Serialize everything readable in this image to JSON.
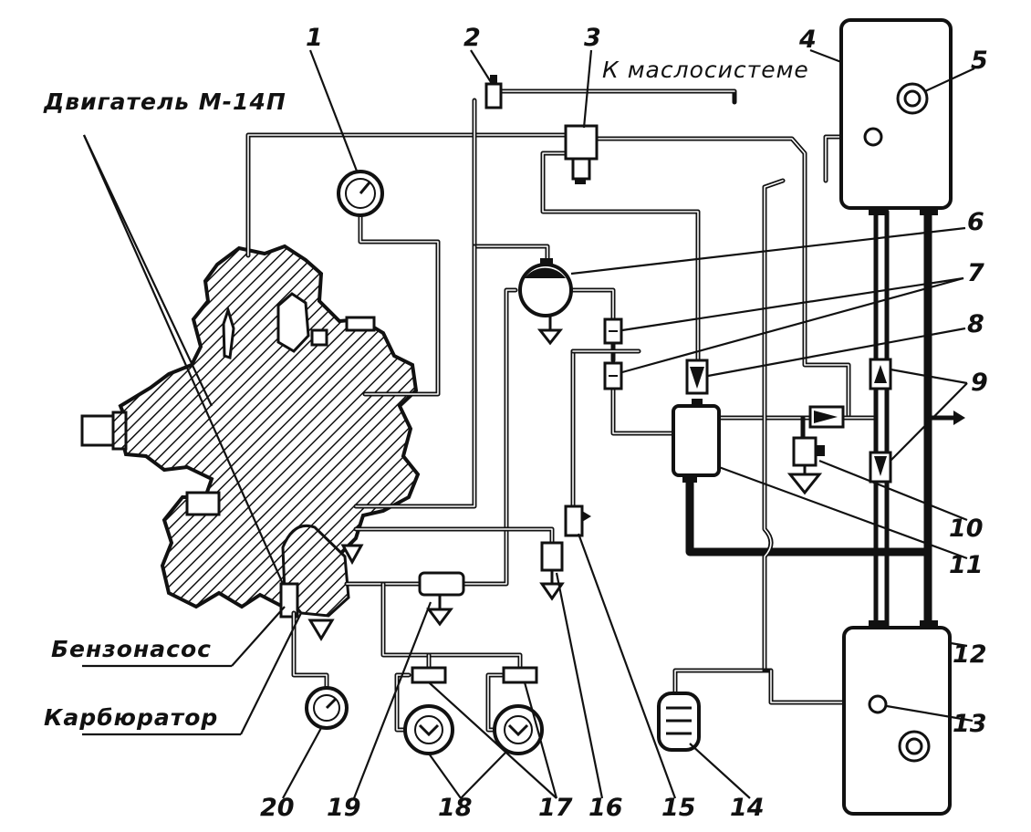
{
  "labels": {
    "engine": "Двигатель М-14П",
    "oil_system": "К маслосистеме",
    "fuel_pump": "Бензонасос",
    "carburetor": "Карбюратор"
  },
  "numbers": [
    "1",
    "2",
    "3",
    "4",
    "5",
    "6",
    "7",
    "8",
    "9",
    "10",
    "11",
    "12",
    "13",
    "14",
    "15",
    "16",
    "17",
    "18",
    "19",
    "20"
  ]
}
